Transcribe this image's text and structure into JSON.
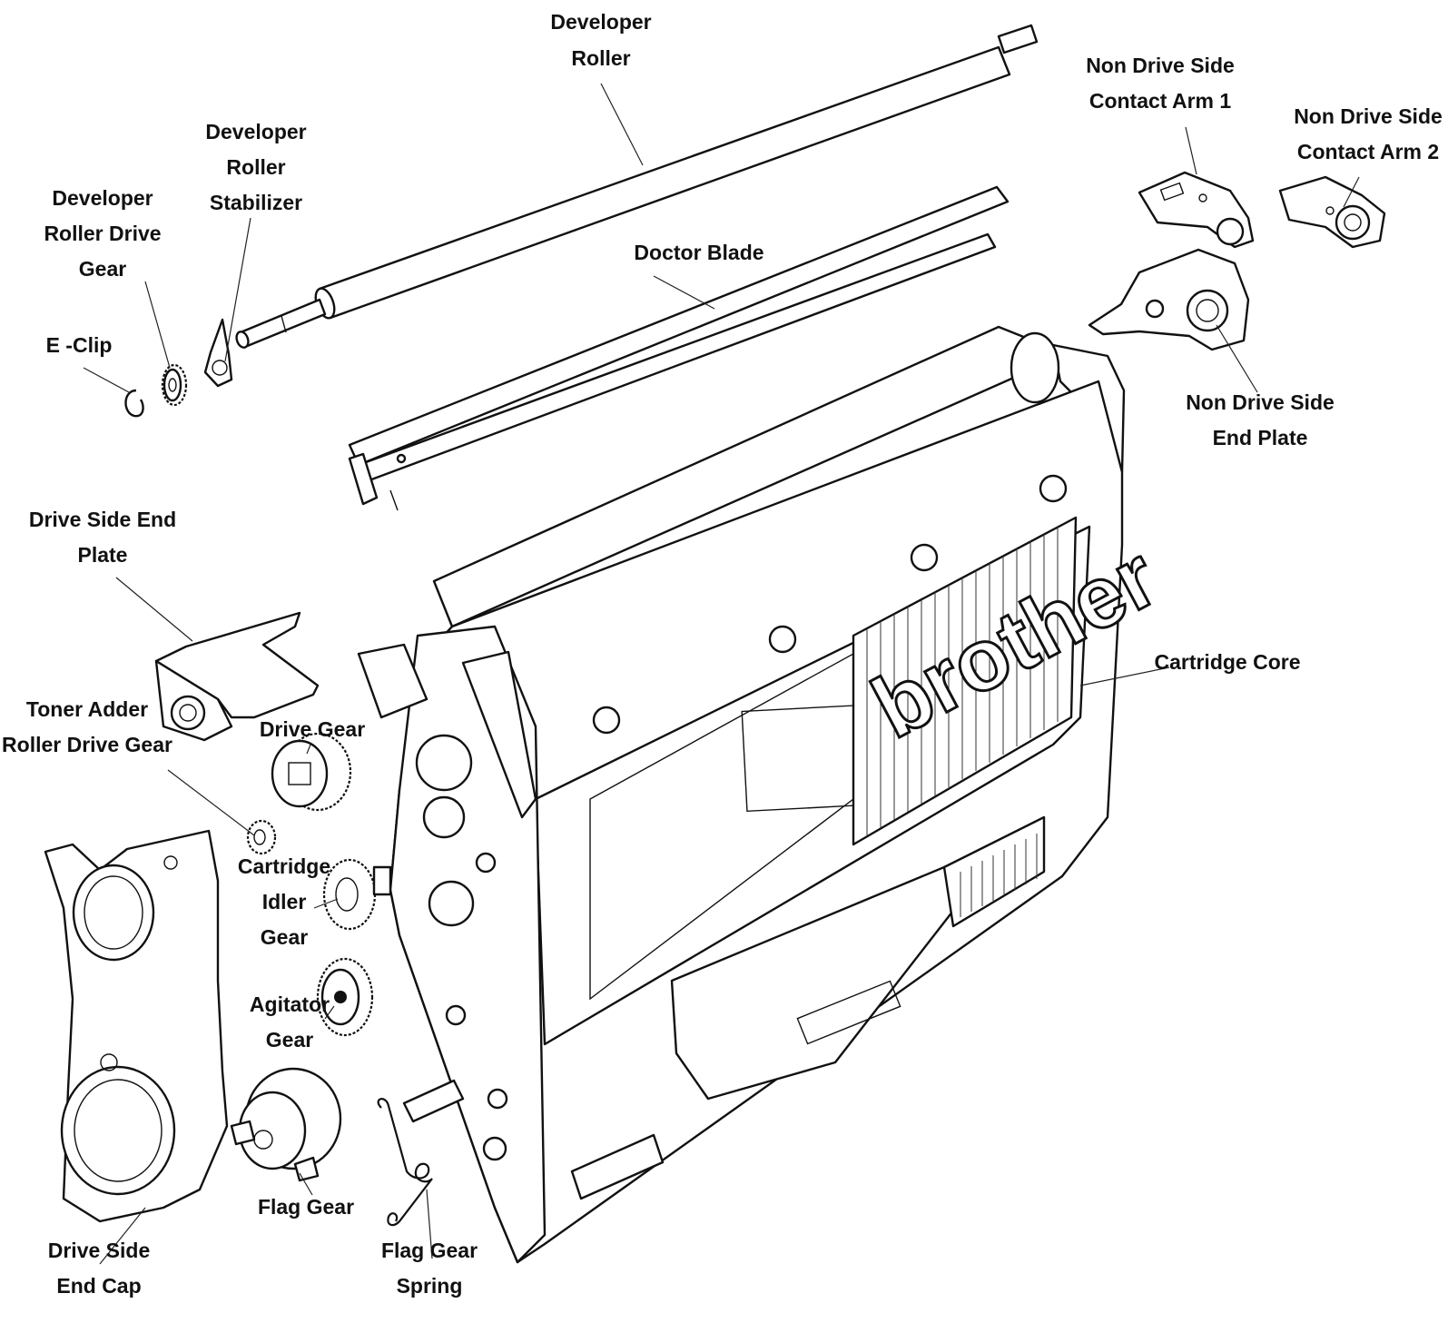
{
  "diagram": {
    "brand_logo": "brother",
    "labels": {
      "developer_roller": [
        "Developer",
        "Roller"
      ],
      "non_drive_side_contact_arm_1": [
        "Non Drive Side",
        "Contact Arm 1"
      ],
      "non_drive_side_contact_arm_2": [
        "Non Drive Side",
        "Contact Arm 2"
      ],
      "developer_roller_stabilizer": [
        "Developer",
        "Roller",
        "Stabilizer"
      ],
      "developer_roller_drive_gear": [
        "Developer",
        "Roller Drive",
        "Gear"
      ],
      "doctor_blade": [
        "Doctor Blade"
      ],
      "e_clip": [
        "E -Clip"
      ],
      "non_drive_side_end_plate": [
        "Non Drive Side",
        "End Plate"
      ],
      "drive_side_end_plate": [
        "Drive Side End",
        "Plate"
      ],
      "cartridge_core": [
        "Cartridge Core"
      ],
      "toner_adder_roller_drive_gear": [
        "Toner Adder",
        "Roller Drive Gear"
      ],
      "drive_gear": [
        "Drive Gear"
      ],
      "cartridge_idler_gear": [
        "Cartridge",
        "Idler",
        "Gear"
      ],
      "agitator_gear": [
        "Agitator",
        "Gear"
      ],
      "flag_gear": [
        "Flag Gear"
      ],
      "drive_side_end_cap": [
        "Drive Side",
        "End Cap"
      ],
      "flag_gear_spring": [
        "Flag Gear",
        "Spring"
      ]
    }
  }
}
